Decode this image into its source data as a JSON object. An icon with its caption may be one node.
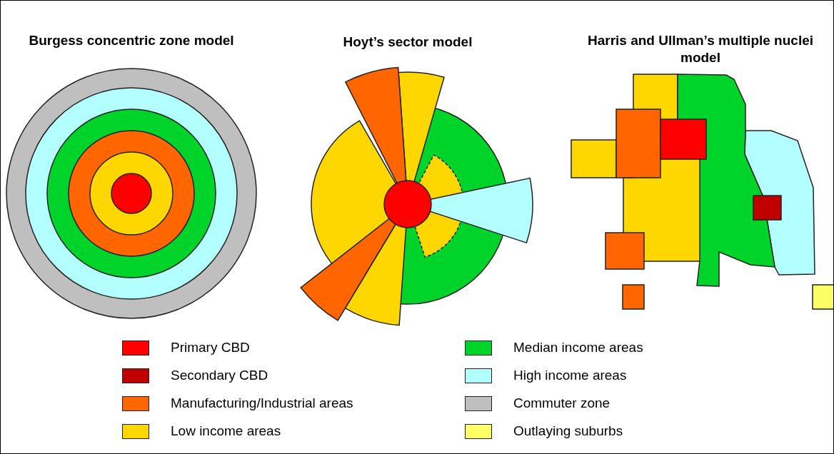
{
  "diagram": {
    "labels": [
      "Burgess concentric zone model",
      "Hoyt’s sector model",
      "Harris and Ullman’s multiple nuclei model"
    ],
    "legend": [
      {
        "text": "Primary CBD",
        "color": "#ff0000"
      },
      {
        "text": "Secondary CBD",
        "color": "#c00000"
      },
      {
        "text": "Manufacturing/Industrial areas",
        "color": "#ff6600"
      },
      {
        "text": "Low income areas",
        "color": "#ffd700"
      },
      {
        "text": "Median income areas",
        "color": "#00d42a"
      },
      {
        "text": "High income areas",
        "color": "#b3ffff"
      },
      {
        "text": "Commuter zone",
        "color": "#bfbfbf"
      },
      {
        "text": "Outlaying suburbs",
        "color": "#ffff66"
      }
    ]
  }
}
